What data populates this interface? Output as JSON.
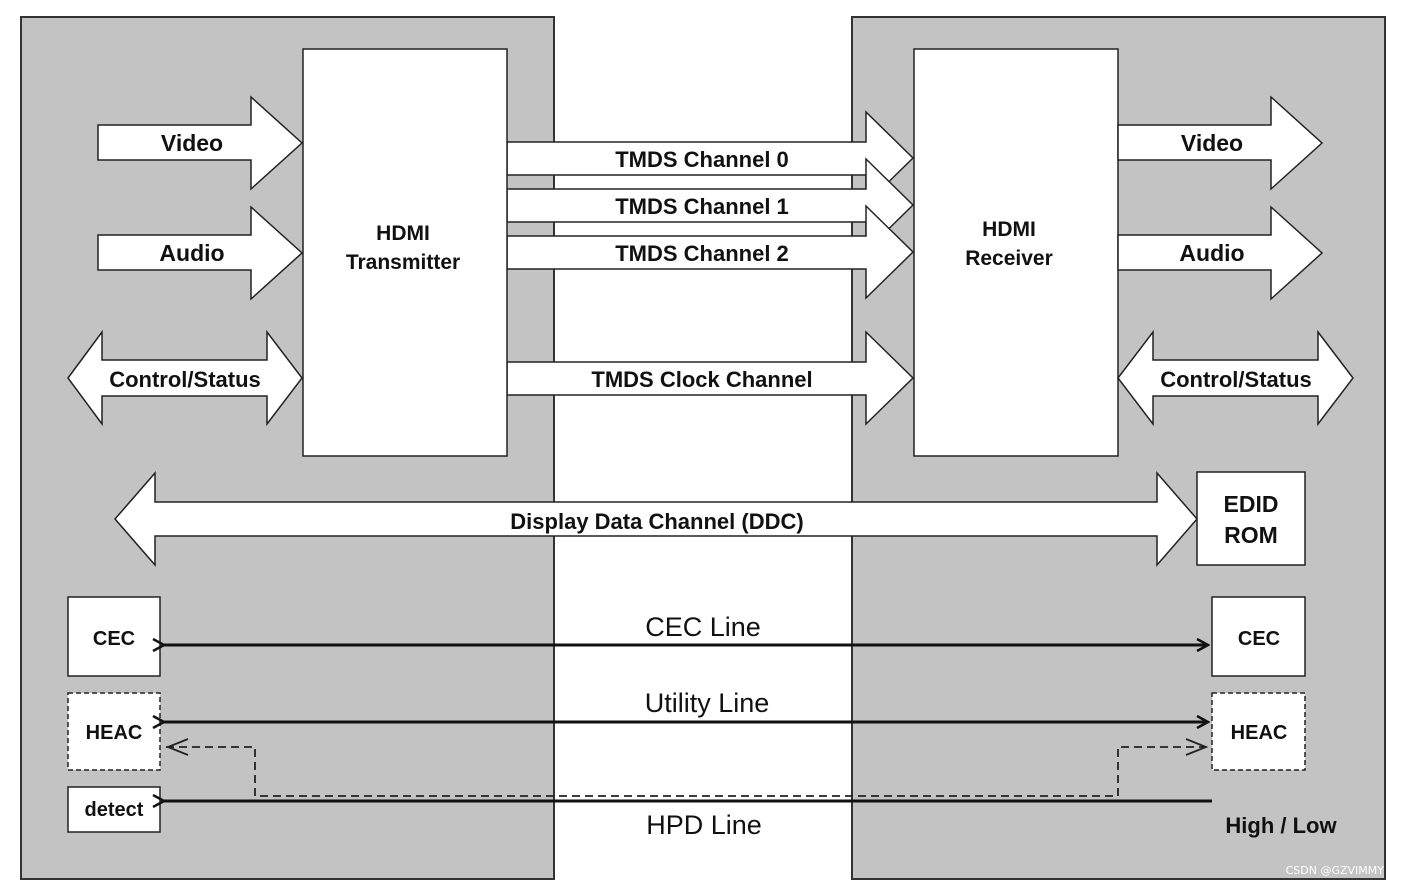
{
  "colors": {
    "panel_fill": "#c3c3c3",
    "block_fill": "#ffffff",
    "stroke": "#222222",
    "text": "#111111"
  },
  "source": {
    "title": "HDMI\nTransmitter",
    "inputs": [
      "Video",
      "Audio",
      "Control/Status"
    ],
    "cec_label": "CEC",
    "heac_label": "HEAC",
    "detect_label": "detect"
  },
  "sink": {
    "title": "HDMI\nReceiver",
    "outputs": [
      "Video",
      "Audio",
      "Control/Status"
    ],
    "edid_label": "EDID\nROM",
    "cec_label": "CEC",
    "heac_label": "HEAC",
    "hpd_state_label": "High / Low"
  },
  "channels": {
    "tmds": [
      "TMDS Channel 0",
      "TMDS Channel 1",
      "TMDS Channel 2"
    ],
    "clock": "TMDS Clock Channel",
    "ddc": "Display Data Channel (DDC)"
  },
  "lines": {
    "cec": "CEC Line",
    "utility": "Utility Line",
    "hpd": "HPD Line"
  },
  "watermark": "CSDN @GZVIMMY"
}
